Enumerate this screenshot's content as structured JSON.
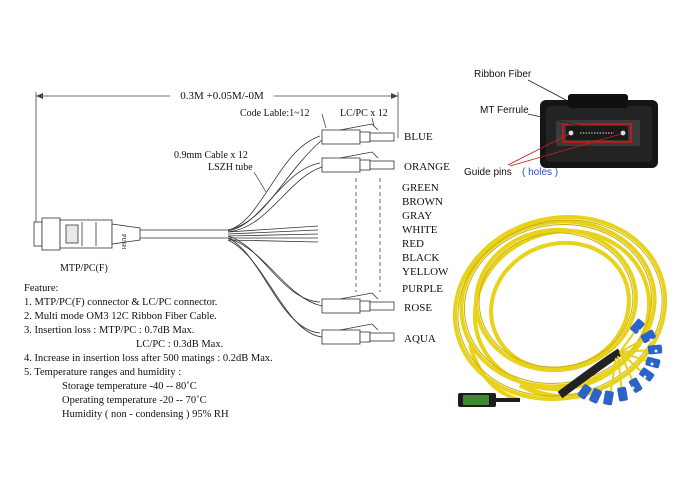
{
  "drawing": {
    "length_label": "0.3M +0.05M/-0M",
    "code_label": "Code Lable:1~12",
    "connector_label": "LC/PC x 12",
    "cable_label_line1": "0.9mm Cable x 12",
    "cable_label_line2": "LSZH tube",
    "mtp_label": "MTP/PC(F)",
    "push_text": "PUSH",
    "colors": [
      "BLUE",
      "ORANGE",
      "GREEN",
      "BROWN",
      "GRAY",
      "WHITE",
      "RED",
      "BLACK",
      "YELLOW",
      "PURPLE",
      "ROSE",
      "AQUA"
    ]
  },
  "features": {
    "title": "Feature:",
    "lines": [
      "1.  MTP/PC(F) connector & LC/PC connector.",
      "2.  Multi mode OM3 12C Ribbon Fiber Cable.",
      "3.  Insertion  loss : MTP/PC : 0.7dB Max.",
      "LC/PC : 0.3dB Max.",
      "4.  Increase  in  insertion  loss  after 500  matings : 0.2dB Max.",
      "5.  Temperature  ranges and  humidity :",
      "Storage temperature  -40 -- 80˚C",
      "Operating  temperature  -20 -- 70˚C",
      "Humidity ( non - condensing ) 95%  RH"
    ]
  },
  "photo": {
    "ribbon_fiber": "Ribbon Fiber",
    "mt_ferrule": "MT Ferrule",
    "guide_pins": "Guide pins",
    "holes": "( holes )"
  },
  "accent_colors": {
    "cable_yellow": "#e8d21a",
    "connector_blue": "#2b63c9",
    "connector_green": "#3f8a2e",
    "callout_red": "#d01818",
    "holes_blue": "#2a4fd0"
  }
}
